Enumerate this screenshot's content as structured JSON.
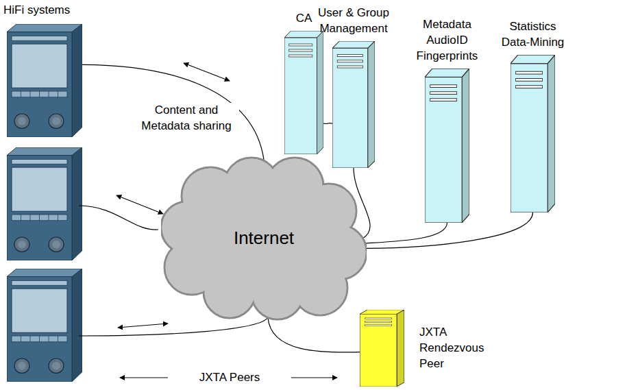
{
  "diagram": {
    "nodes": [
      {
        "text": [
          "HiFi systems"
        ]
      },
      {
        "text": [
          "CA"
        ]
      },
      {
        "text": [
          "User & Group Management"
        ]
      },
      {
        "text": [
          "Metadata AudioID Fingerprints"
        ]
      },
      {
        "text": [
          "Statistics Data-Mining"
        ]
      },
      {
        "text": [
          "Internet"
        ]
      },
      {
        "text": [
          "JXTA Rendezvous Peer"
        ]
      }
    ],
    "edges": [
      {
        "from": 0,
        "to": 5,
        "arrow": "none"
      },
      {
        "from": 1,
        "to": 2,
        "arrow": "none"
      },
      {
        "from": 2,
        "to": 5,
        "arrow": "none"
      },
      {
        "from": 3,
        "to": 5,
        "arrow": "none"
      },
      {
        "from": 4,
        "to": 5,
        "arrow": "none"
      },
      {
        "from": 5,
        "to": 6,
        "arrow": "none"
      }
    ],
    "labels": [
      "Content and Metadata sharing",
      "JXTA Peers"
    ]
  }
}
